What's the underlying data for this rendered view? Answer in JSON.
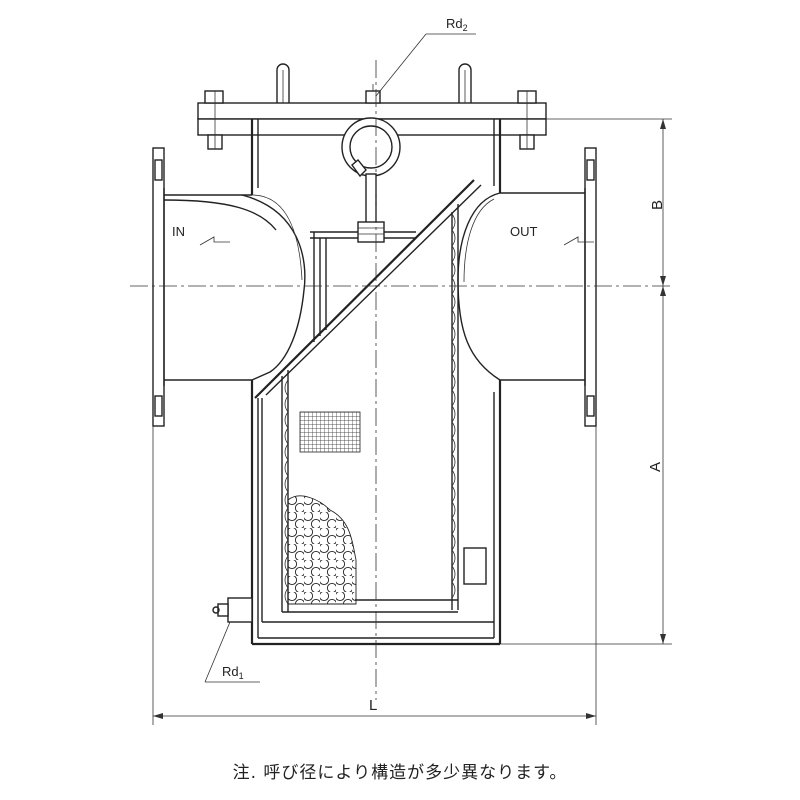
{
  "labels": {
    "rd2": "Rd",
    "rd2_sub": "2",
    "rd1": "Rd",
    "rd1_sub": "1",
    "inlet": "IN",
    "outlet": "OUT",
    "dim_a": "A",
    "dim_b": "B",
    "dim_l": "L"
  },
  "note": "注. 呼び径により構造が多少異なります。",
  "colors": {
    "line": "#222222",
    "background": "#ffffff"
  }
}
